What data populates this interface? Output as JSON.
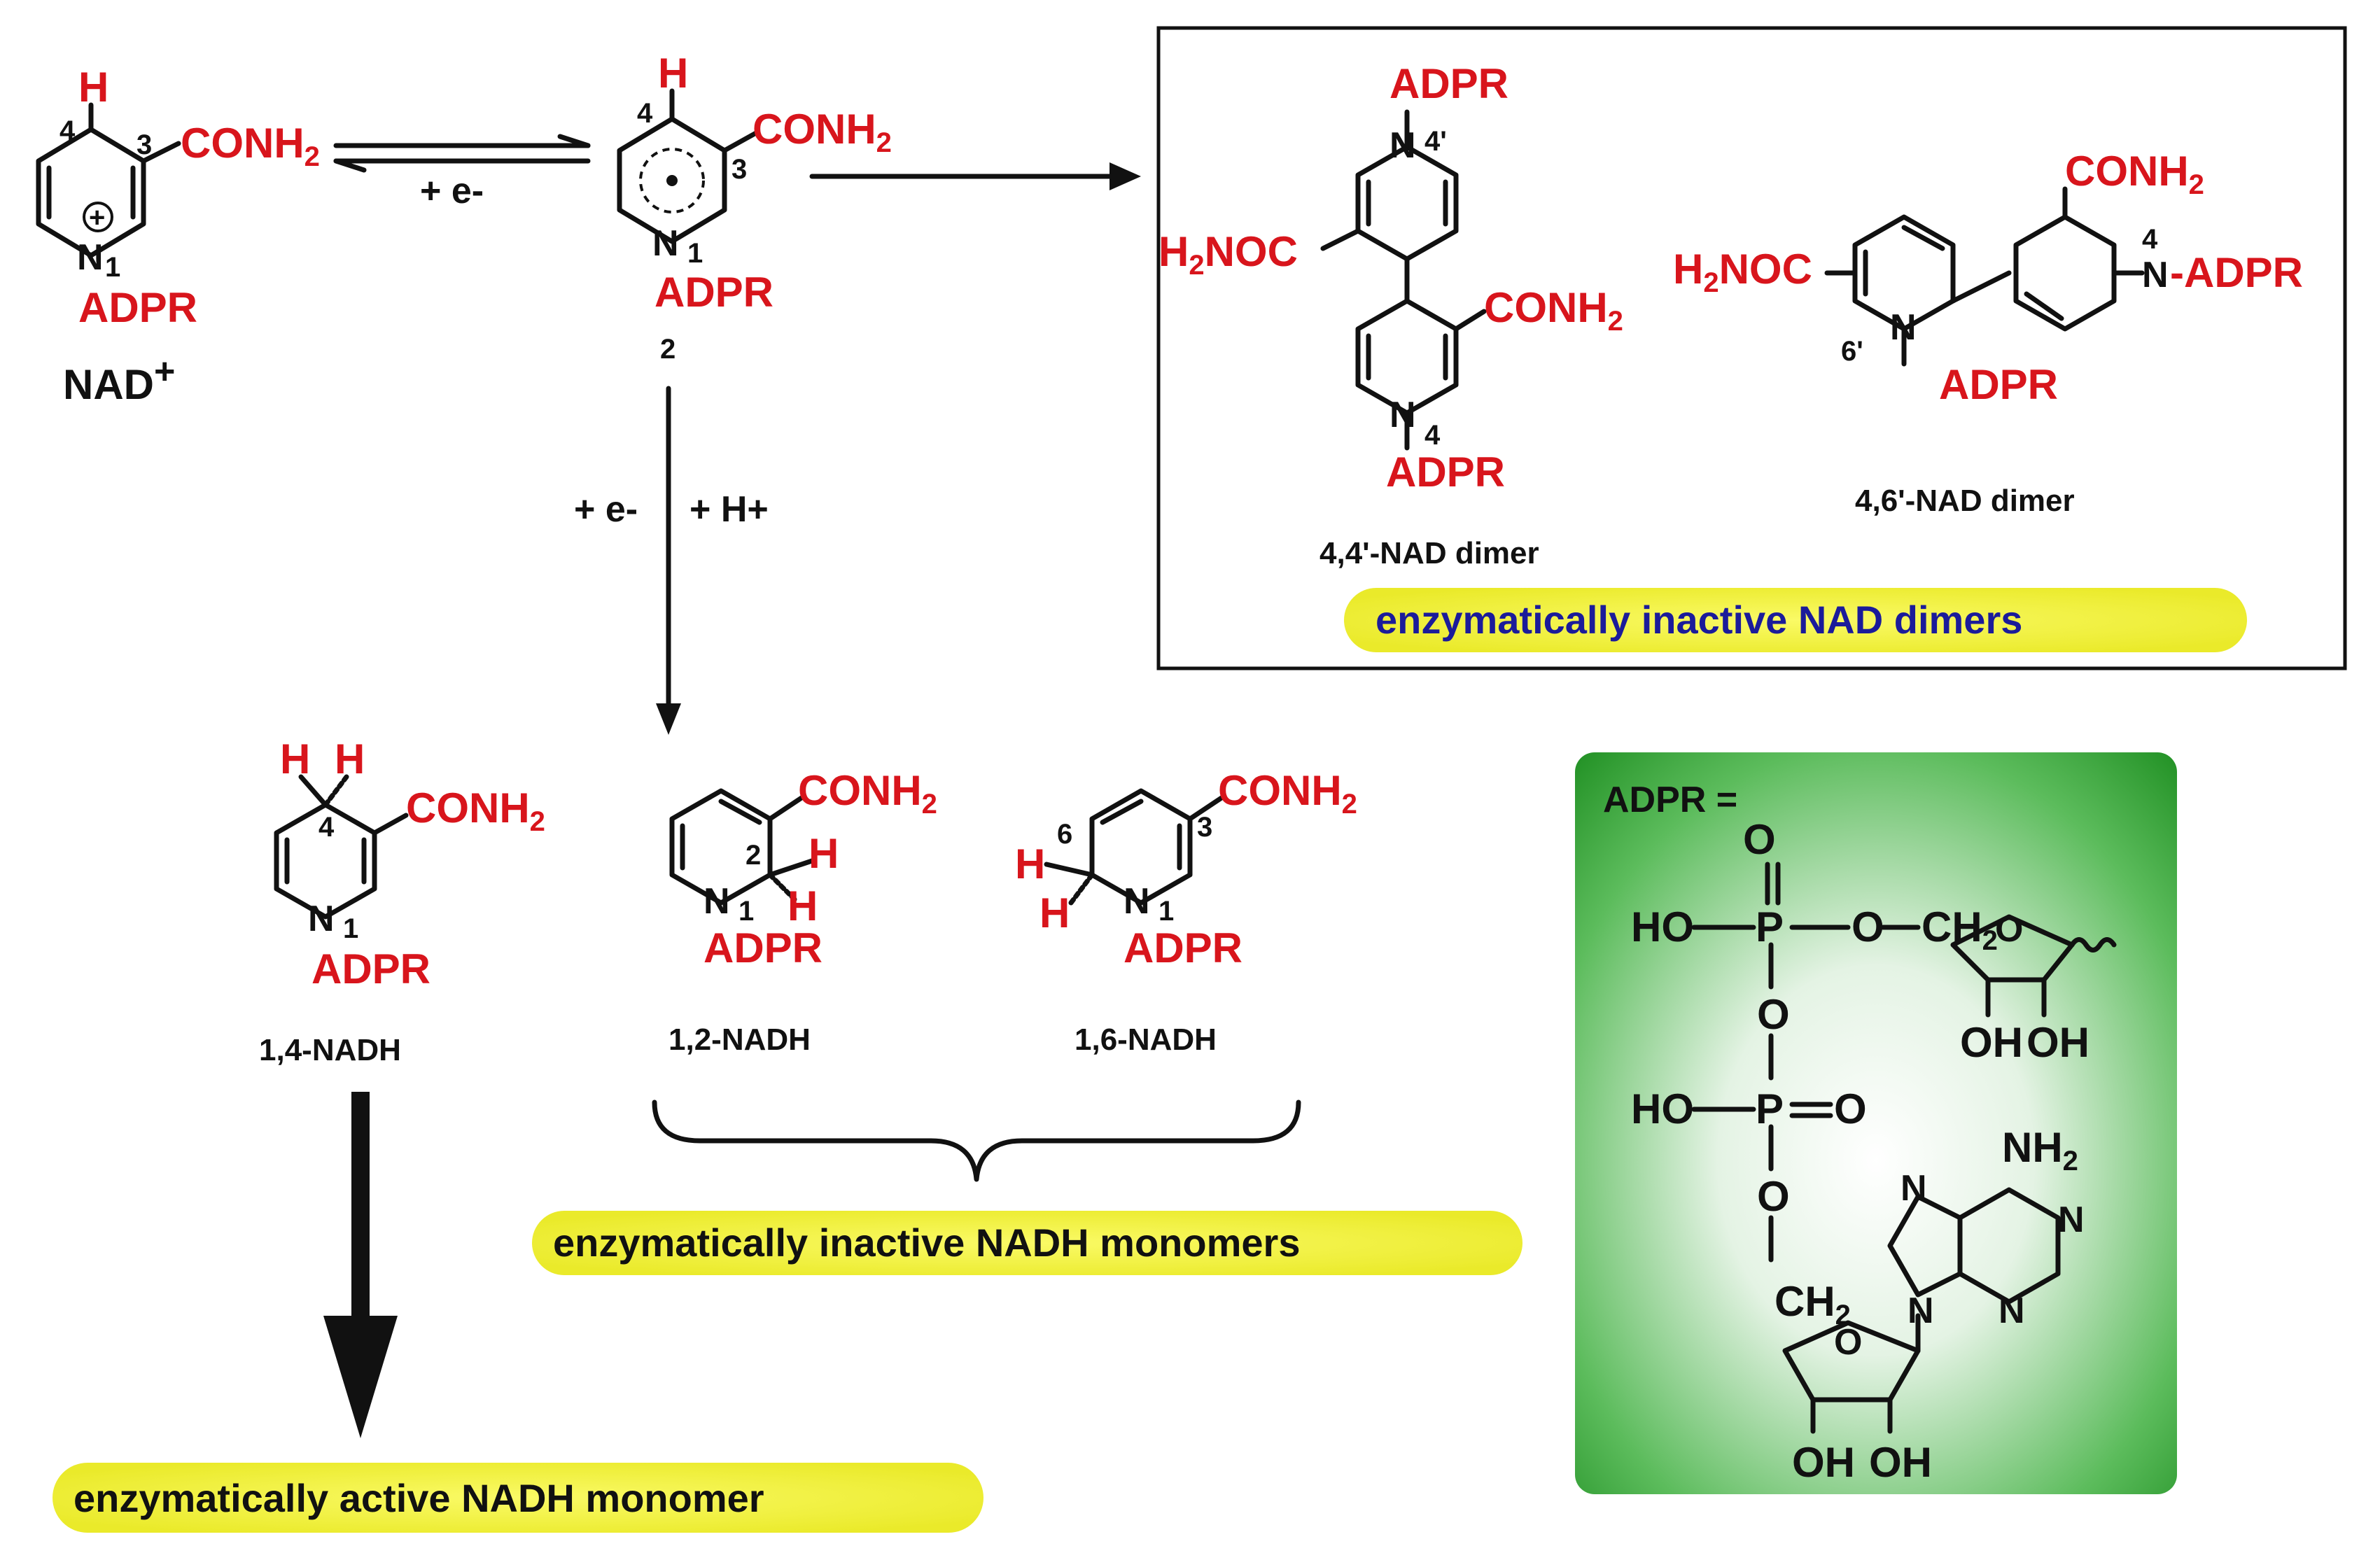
{
  "species": {
    "nad_plus": {
      "label": "NAD",
      "charge": "+",
      "substituent": "CONH2",
      "n_group": "ADPR",
      "h_label": "H",
      "pos4": "4",
      "pos3": "3",
      "pos1": "1",
      "plus_glyph": "+"
    },
    "radical": {
      "number": "2",
      "substituent": "CONH2",
      "n_group": "ADPR",
      "h_label": "H",
      "pos4": "4",
      "pos3": "3",
      "pos1": "1"
    },
    "nadh_14": {
      "label": "1,4-NADH",
      "substituent": "CONH2",
      "n_group": "ADPR",
      "h_label": "H",
      "pos4": "4",
      "pos1": "1"
    },
    "nadh_12": {
      "label": "1,2-NADH",
      "substituent": "CONH2",
      "n_group": "ADPR",
      "h_label": "H",
      "pos2": "2",
      "pos1": "1"
    },
    "nadh_16": {
      "label": "1,6-NADH",
      "substituent": "CONH2",
      "n_group": "ADPR",
      "h_label": "H",
      "pos6": "6",
      "pos3": "3",
      "pos1": "1"
    },
    "dimer_44": {
      "label": "4,4'-NAD dimer",
      "sub_left": "H2NOC",
      "sub_right": "CONH2",
      "n_group": "ADPR",
      "pos_top": "4'",
      "pos_bottom": "4"
    },
    "dimer_46": {
      "label": "4,6'-NAD dimer",
      "sub_left": "H2NOC",
      "sub_right": "CONH2",
      "n_group": "ADPR",
      "pos_left": "6'",
      "pos_right": "4"
    }
  },
  "arrows": {
    "equilibrium_label": "+ e-",
    "reduction_label_1": "+ e-",
    "reduction_label_2": "+ H+"
  },
  "highlights": {
    "inactive_dimers": "enzymatically inactive NAD dimers",
    "inactive_monomers": "enzymatically inactive NADH monomers",
    "active_monomer": "enzymatically active NADH monomer"
  },
  "adpr_box": {
    "title": "ADPR =",
    "atoms": {
      "O": "O",
      "HO": "HO",
      "P": "P",
      "CH2": "CH2",
      "OH": "OH",
      "NH2": "NH2",
      "N": "N"
    }
  },
  "colors": {
    "substituent": "#d8151c",
    "bond": "#111111",
    "highlight": "#f2f23a",
    "dimer_text": "#1b1b9a",
    "adpr_box": "#2e9b2e"
  }
}
